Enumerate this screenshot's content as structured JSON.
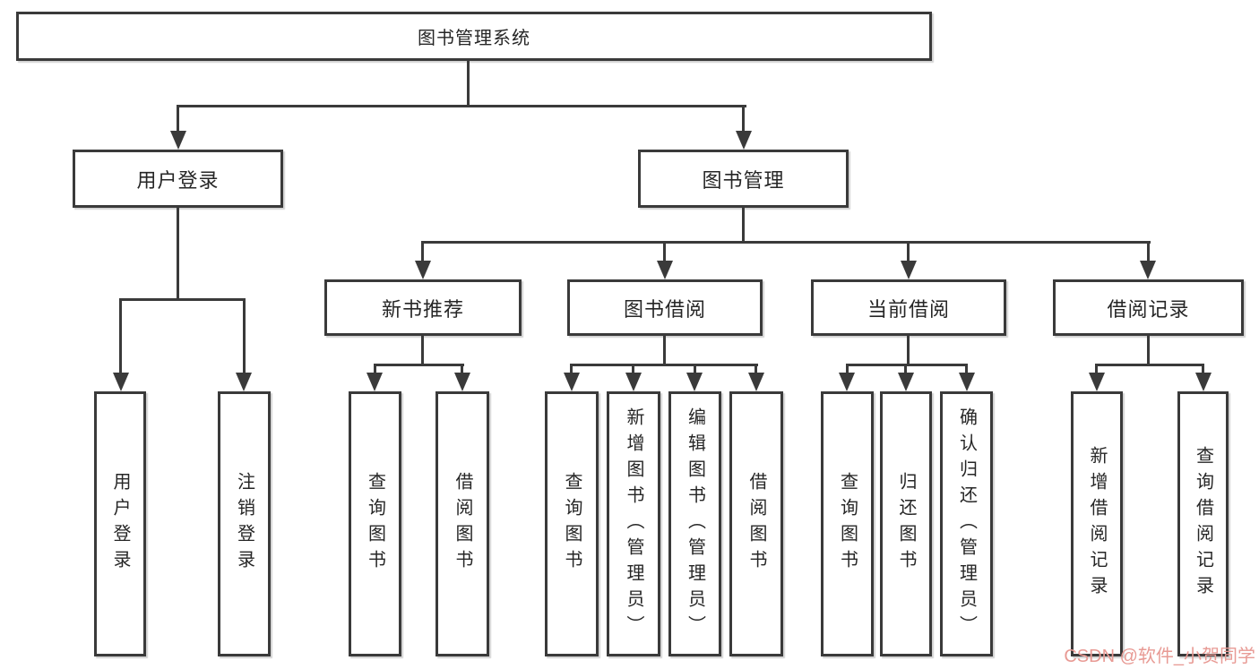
{
  "colors": {
    "line": "#3a3a3a",
    "text": "#262626",
    "bg": "#ffffff",
    "watermark": "#e89a94"
  },
  "root": {
    "label": "图书管理系统"
  },
  "branches": [
    {
      "label": "用户登录",
      "children": [
        {
          "label": "用户登录"
        },
        {
          "label": "注销登录"
        }
      ]
    },
    {
      "label": "图书管理",
      "children": [
        {
          "label": "新书推荐",
          "children": [
            {
              "label": "查询图书"
            },
            {
              "label": "借阅图书"
            }
          ]
        },
        {
          "label": "图书借阅",
          "children": [
            {
              "label": "查询图书"
            },
            {
              "label": "新增图书（管理员）"
            },
            {
              "label": "编辑图书（管理员）"
            },
            {
              "label": "借阅图书"
            }
          ]
        },
        {
          "label": "当前借阅",
          "children": [
            {
              "label": "查询图书"
            },
            {
              "label": "归还图书"
            },
            {
              "label": "确认归还（管理员）"
            }
          ]
        },
        {
          "label": "借阅记录",
          "children": [
            {
              "label": "新增借阅记录"
            },
            {
              "label": "查询借阅记录"
            }
          ]
        }
      ]
    }
  ],
  "watermark": {
    "text": "CSDN @软件_小贺同学"
  }
}
